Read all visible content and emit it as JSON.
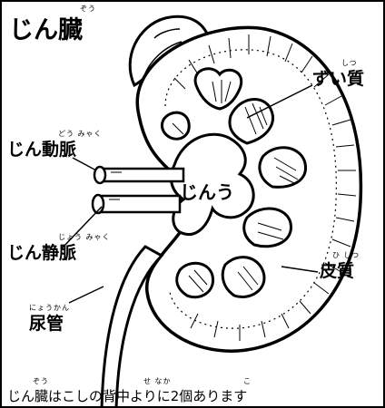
{
  "title": {
    "text": "じん臓",
    "ruby": "ぞう"
  },
  "labels": {
    "medulla": {
      "text": "ずい質",
      "ruby": "しつ"
    },
    "renal_artery": {
      "text": "じん動脈",
      "ruby": "どう みゃく"
    },
    "renal_pelvis": {
      "text": "じんう"
    },
    "renal_vein": {
      "text": "じん静脈",
      "ruby": "じょう みゃく"
    },
    "cortex": {
      "text": "皮質",
      "ruby": "ひ しつ"
    },
    "ureter": {
      "text": "尿管",
      "ruby": "にょうかん"
    }
  },
  "caption": {
    "text": "じん臓はこしの背中よりに2個あります",
    "ruby": {
      "zou": "ぞう",
      "senaka": "せ なか",
      "ko": "こ"
    }
  }
}
